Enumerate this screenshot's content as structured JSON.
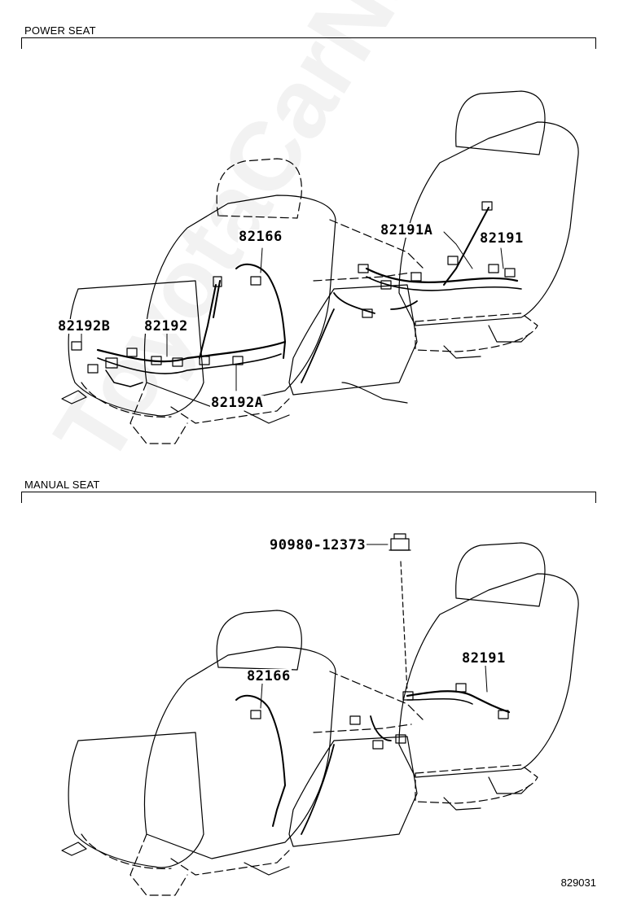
{
  "sections": {
    "power": {
      "title": "POWER SEAT",
      "labels": {
        "p82166": "82166",
        "p82191a": "82191A",
        "p82191": "82191",
        "p82192b": "82192B",
        "p82192": "82192",
        "p82192a": "82192A"
      }
    },
    "manual": {
      "title": "MANUAL SEAT",
      "labels": {
        "p90980": "90980-12373",
        "p82166": "82166",
        "p82191": "82191"
      }
    }
  },
  "figure_number": "829031"
}
